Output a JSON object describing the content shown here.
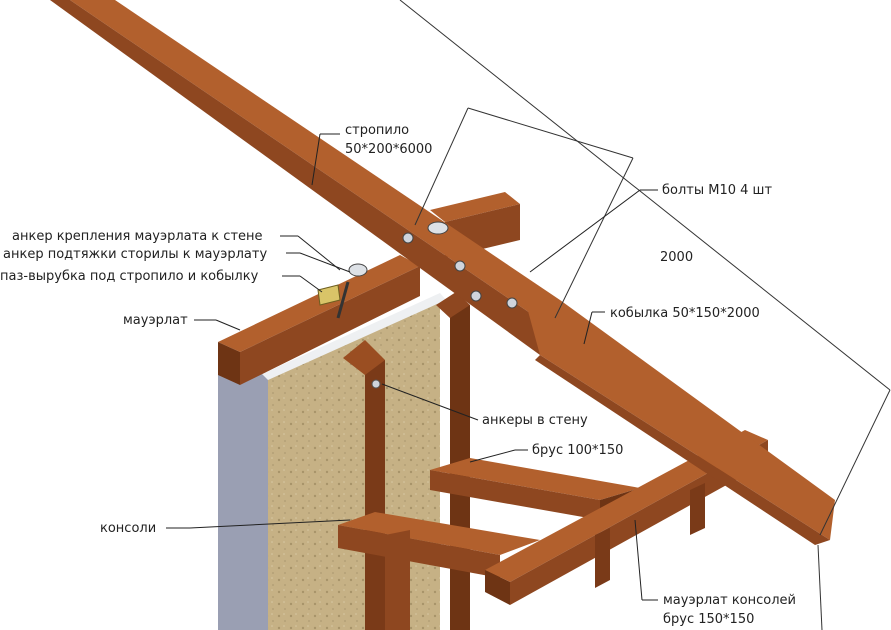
{
  "labels": {
    "rafter_line1": "стропило",
    "rafter_line2": "50*200*6000",
    "bolts": "болты М10 4 шт",
    "dim_total": "2000",
    "anchor_mauerlat_wall": "анкер крепления мауэрлата к стене",
    "anchor_tie_rafter": "анкер подтяжки сторилы к мауэрлату",
    "notch": "паз-вырубка под стропило и кобылку",
    "mauerlat": "мауэрлат",
    "filly": "кобылка 50*150*2000",
    "wall_anchors": "анкеры в стену",
    "beam": "брус 100*150",
    "consoles": "консоли",
    "console_mauerlat_line1": "мауэрлат консолей",
    "console_mauerlat_line2": "брус 150*150"
  },
  "colors": {
    "wood": "#9a4e22",
    "wood_dark": "#6e3414",
    "wood_light": "#b2602d",
    "wall_face": "#c8b388",
    "wall_side": "#9a9fb3",
    "bolt": "#cfd4dc"
  }
}
